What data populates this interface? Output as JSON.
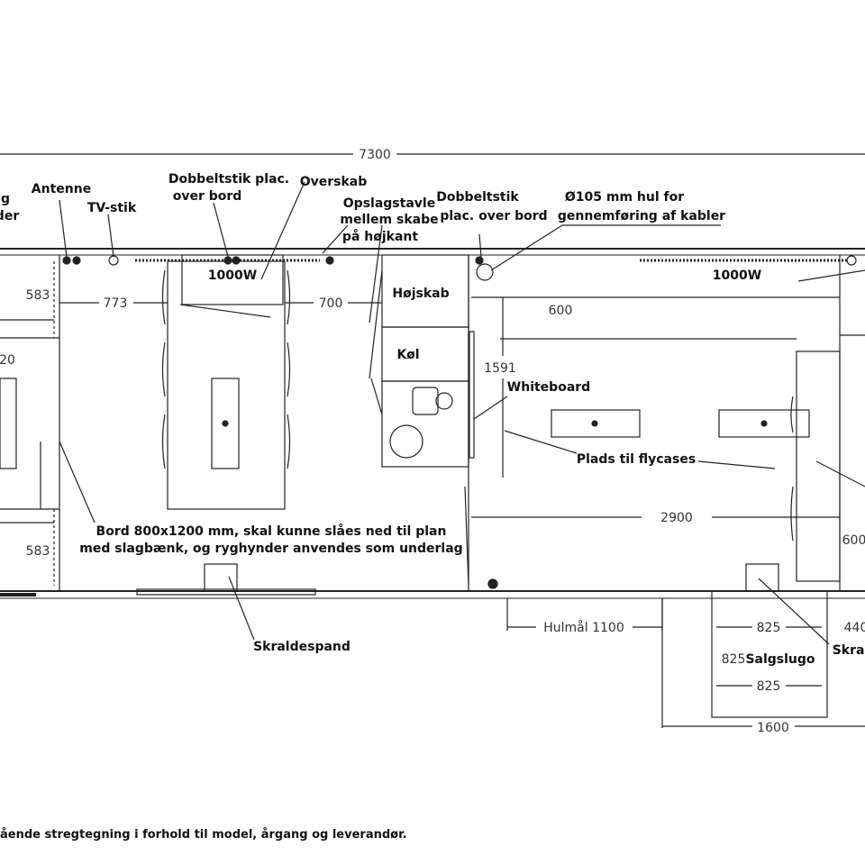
{
  "dimensions": {
    "overall": "7300",
    "d773": "773",
    "d700": "700",
    "d600": "600",
    "d1591": "1591",
    "d2900": "2900",
    "d583_top": "583",
    "d583_bottom": "583",
    "d20_partial": "20",
    "d600_partial": "600",
    "hulmaal": "Hulmål 1100",
    "d825_top": "825",
    "d825_side": "825",
    "d825_bottom": "825",
    "d440_partial": "440",
    "d1600": "1600"
  },
  "labels": {
    "partial_g": "g",
    "partial_der": "der",
    "antenne": "Antenne",
    "tv_stik": "TV-stik",
    "dobbeltstik_bord_1": "Dobbeltstik plac.",
    "dobbeltstik_bord_2": "over bord",
    "overskab": "Overskab",
    "opslagstavle_1": "Opslagstavle",
    "opslagstavle_2": "mellem skabe",
    "opslagstavle_3": "på højkant",
    "dobbeltstik2_1": "Dobbeltstik",
    "dobbeltstik2_2": "plac. over bord",
    "hul_1": "Ø105 mm hul for",
    "hul_2": "gennemføring af kabler",
    "heater_left": "1000W",
    "heater_right": "1000W",
    "hoejskab": "Højskab",
    "koel": "Køl",
    "whiteboard": "Whiteboard",
    "plads": "Plads til flycases",
    "bord_1": "Bord 800x1200 mm, skal kunne slåes ned til plan",
    "bord_2": "med slagbænk, og ryghynder anvendes som underlag",
    "skraldespand": "Skraldespand",
    "salgslugo": "Salgslugo",
    "skral_partial": "Skral"
  },
  "caption": "ående stregtegning i forhold til model, årgang og leverandør."
}
